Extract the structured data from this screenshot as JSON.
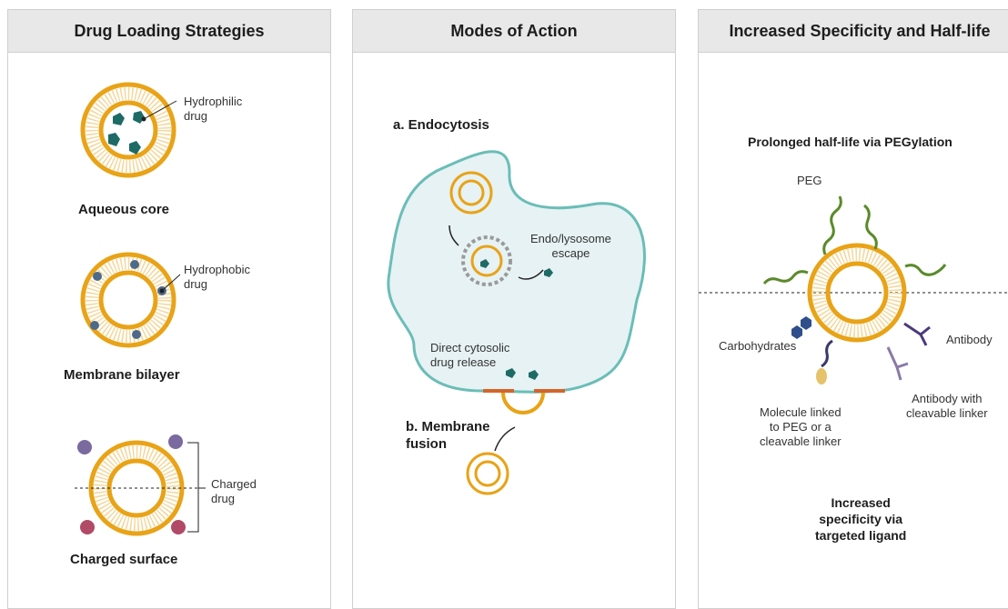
{
  "panels": {
    "loading": {
      "title": "Drug Loading Strategies",
      "aqueous_core": "Aqueous core",
      "hydrophilic_label": "Hydrophilic\ndrug",
      "membrane_bilayer": "Membrane bilayer",
      "hydrophobic_label": "Hydrophobic\ndrug",
      "charged_surface": "Charged surface",
      "charged_label": "Charged\ndrug"
    },
    "action": {
      "title": "Modes of Action",
      "endocytosis": "a. Endocytosis",
      "escape": "Endo/lysosome\nescape",
      "direct_release": "Direct cytosolic\ndrug release",
      "membrane_fusion": "b. Membrane\nfusion"
    },
    "specificity": {
      "title": "Increased Specificity and Half-life",
      "pegylation": "Prolonged half-life via PEGylation",
      "peg": "PEG",
      "carbohydrates": "Carbohydrates",
      "antibody": "Antibody",
      "antibody_linker": "Antibody with\ncleavable linker",
      "molecule_linked": "Molecule linked\nto PEG or a\ncleavable linker",
      "targeted": "Increased\nspecificity via\ntargeted ligand"
    }
  },
  "colors": {
    "lipid": "#e8a317",
    "drug": "#1e6b66",
    "cell_fill": "#e6f2f4",
    "cell_stroke": "#6bbdb7",
    "peg": "#5a8a2a",
    "antibody": "#4b3a7a",
    "header_bg": "#e8e8e8"
  }
}
